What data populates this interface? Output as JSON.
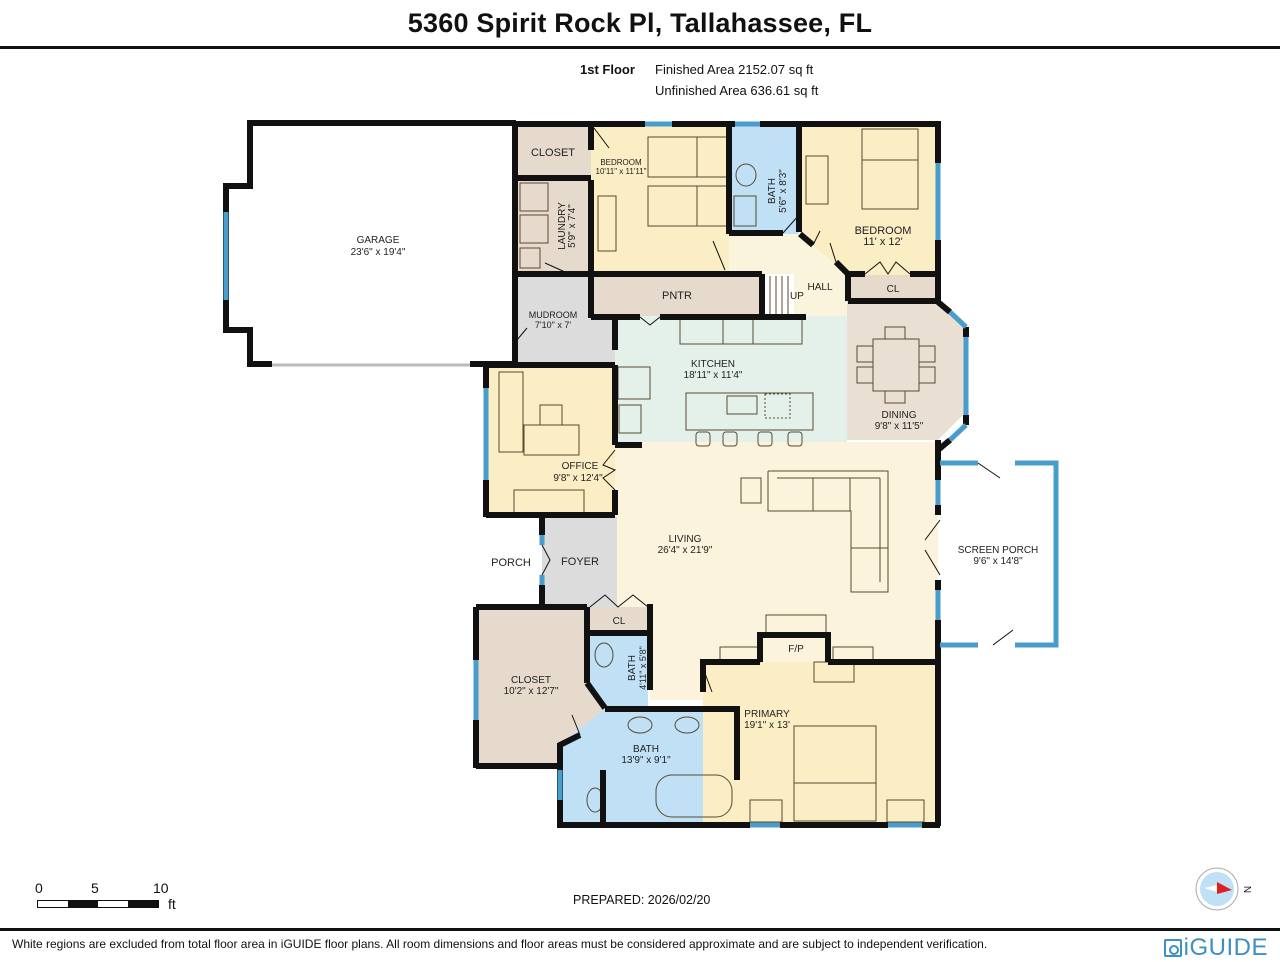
{
  "header": {
    "title": "5360 Spirit Rock Pl, Tallahassee, FL",
    "floor_label": "1st Floor",
    "finished_area": "Finished Area 2152.07 sq ft",
    "unfinished_area": "Unfinished Area 636.61 sq ft"
  },
  "colors": {
    "wall": "#111111",
    "window": "#4a9ccb",
    "bedroom_fill": "#fbeec4",
    "bath_fill": "#bfe0f5",
    "utility_fill": "#e6dacd",
    "hall_fill": "#dcdcdc",
    "kitchen_fill": "#e4f0ea",
    "living_fill": "#fcf3dc",
    "exterior_fill": "#ffffff"
  },
  "rooms": {
    "garage": {
      "name": "GARAGE",
      "dims": "23'6\" x 19'4\""
    },
    "closet_top": {
      "name": "CLOSET"
    },
    "laundry": {
      "name": "LAUNDRY",
      "dims": "5'9\" x 7'4\""
    },
    "mudroom": {
      "name": "MUDROOM",
      "dims": "7'10\" x 7'"
    },
    "bedroom_2": {
      "name": "BEDROOM",
      "dims": "10'11\" x 11'11\""
    },
    "bath_2": {
      "name": "BATH",
      "dims": "5'6\" x 8'3\""
    },
    "bedroom_3": {
      "name": "BEDROOM",
      "dims": "11' x 12'"
    },
    "pantry": {
      "name": "PNTR"
    },
    "hall": {
      "name": "HALL"
    },
    "stairs": {
      "name": "UP"
    },
    "closet_cl_top": {
      "name": "CL"
    },
    "kitchen": {
      "name": "KITCHEN",
      "dims": "18'11\" x 11'4\""
    },
    "dining": {
      "name": "DINING",
      "dims": "9'8\" x 11'5\""
    },
    "office": {
      "name": "OFFICE",
      "dims": "9'8\" x 12'4\""
    },
    "living": {
      "name": "LIVING",
      "dims": "26'4\" x 21'9\""
    },
    "screen_porch": {
      "name": "SCREEN PORCH",
      "dims": "9'6\" x 14'8\""
    },
    "porch": {
      "name": "PORCH"
    },
    "foyer": {
      "name": "FOYER"
    },
    "closet_cl_foyer": {
      "name": "CL"
    },
    "closet_primary": {
      "name": "CLOSET",
      "dims": "10'2\" x 12'7\""
    },
    "bath_half": {
      "name": "BATH",
      "dims": "4'11\" x 5'8\""
    },
    "fireplace": {
      "name": "F/P"
    },
    "bath_primary": {
      "name": "BATH",
      "dims": "13'9\" x 9'1\""
    },
    "primary": {
      "name": "PRIMARY",
      "dims": "19'1\" x 13'"
    }
  },
  "scale_bar": {
    "ticks": [
      "0",
      "5",
      "10"
    ],
    "unit": "ft"
  },
  "compass": {
    "direction": "N"
  },
  "footer": {
    "prepared": "PREPARED: 2026/02/20",
    "disclaimer": "White regions are excluded from total floor area in iGUIDE floor plans. All room dimensions and floor areas must be considered approximate and are subject to independent verification.",
    "brand": "iGUIDE"
  }
}
